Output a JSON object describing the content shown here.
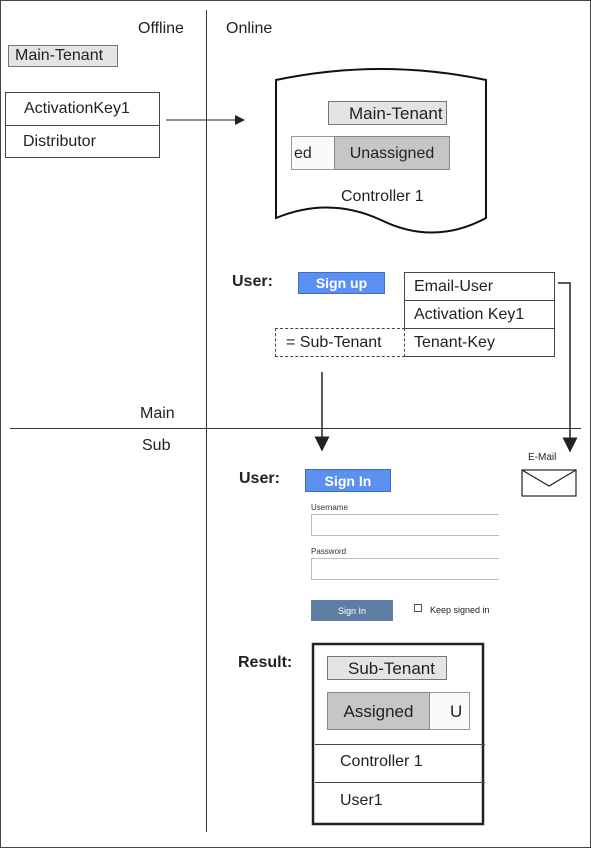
{
  "columns": {
    "offline": "Offline",
    "online": "Online"
  },
  "sections": {
    "main": "Main",
    "sub": "Sub"
  },
  "offline": {
    "tenant_tag": "Main-Tenant",
    "activation_key": "ActivationKey1",
    "distributor": "Distributor"
  },
  "controller_card": {
    "tenant_tag": "Main-Tenant",
    "left_segment": "ed",
    "right_segment": "Unassigned",
    "name": "Controller 1"
  },
  "signup": {
    "user_label": "User:",
    "button": "Sign up",
    "fields": [
      "Email-User",
      "Activation Key1",
      "Tenant-Key"
    ],
    "sub_tenant": "= Sub-Tenant"
  },
  "email": {
    "label": "E-Mail",
    "icon": "envelope-icon"
  },
  "signin": {
    "user_label": "User:",
    "button": "Sign In",
    "username_label": "Username",
    "password_label": "Password",
    "submit": "Sign In",
    "keep_signed_in": "Keep signed in"
  },
  "result": {
    "label": "Result:",
    "tenant_tag": "Sub-Tenant",
    "left_segment": "Assigned",
    "right_segment": "U",
    "controller": "Controller 1",
    "user": "User1"
  },
  "colors": {
    "button_blue": "#5b8ff0",
    "submit_gray_blue": "#5f7ea3",
    "segment_gray": "#c6c6c6"
  }
}
